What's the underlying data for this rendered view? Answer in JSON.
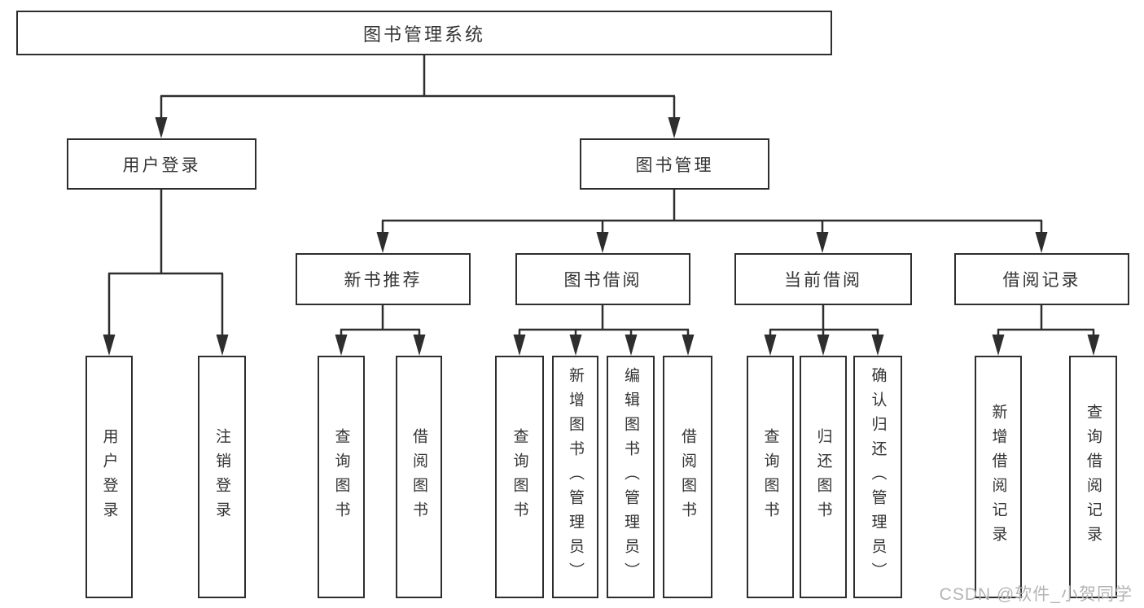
{
  "diagram_title": "图书管理系统",
  "colors": {
    "line": "#2e2e2e",
    "box_border": "#2e2e2e",
    "text": "#333333",
    "watermark": "#b4b4b4",
    "background": "#ffffff"
  },
  "tree": {
    "label": "图书管理系统",
    "children": [
      {
        "label": "用户登录",
        "children": [
          {
            "label": "用户登录"
          },
          {
            "label": "注销登录"
          }
        ]
      },
      {
        "label": "图书管理",
        "children": [
          {
            "label": "新书推荐",
            "children": [
              {
                "label": "查询图书"
              },
              {
                "label": "借阅图书"
              }
            ]
          },
          {
            "label": "图书借阅",
            "children": [
              {
                "label": "查询图书"
              },
              {
                "label": "新增图书（管理员）"
              },
              {
                "label": "编辑图书（管理员）"
              },
              {
                "label": "借阅图书"
              }
            ]
          },
          {
            "label": "当前借阅",
            "children": [
              {
                "label": "查询图书"
              },
              {
                "label": "归还图书"
              },
              {
                "label": "确认归还（管理员）"
              }
            ]
          },
          {
            "label": "借阅记录",
            "children": [
              {
                "label": "新增借阅记录"
              },
              {
                "label": "查询借阅记录"
              }
            ]
          }
        ]
      }
    ]
  },
  "watermark": {
    "text": "CSDN @软件_小贺同学"
  }
}
